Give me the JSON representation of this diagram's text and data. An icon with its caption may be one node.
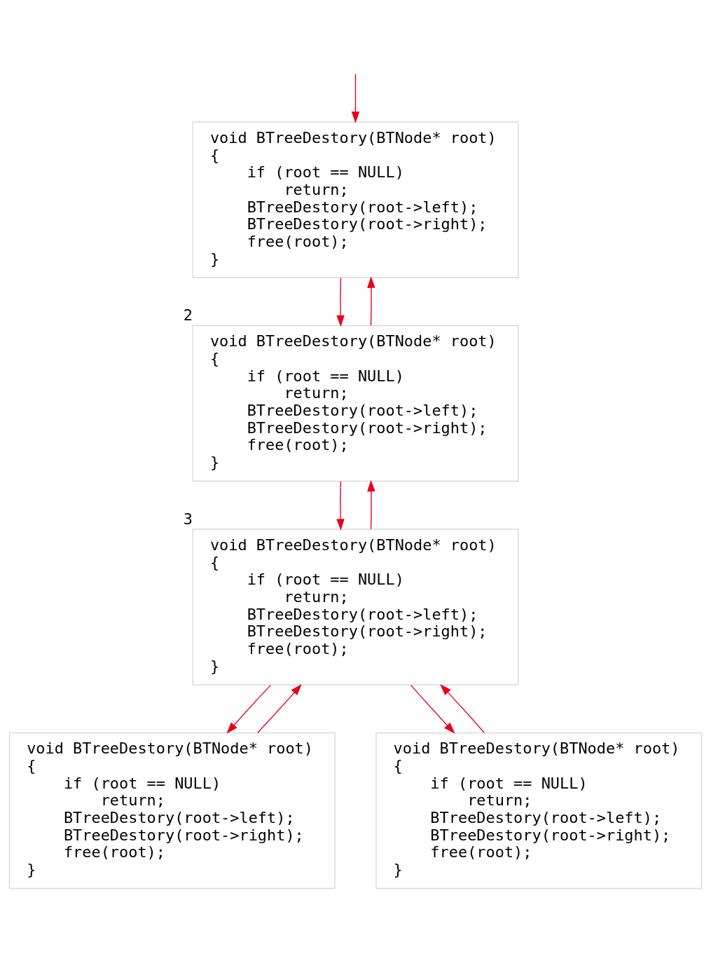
{
  "diagram": {
    "nodes": [
      {
        "text": [
          "void BTreeDestory(BTNode* root)",
          "{",
          "if (root == NULL)",
          "return;",
          "BTreeDestory(root->left);",
          "BTreeDestory(root->right);",
          "free(root);",
          "}"
        ]
      },
      {
        "text": [
          "void BTreeDestory(BTNode* root)",
          "{",
          "if (root == NULL)",
          "return;",
          "BTreeDestory(root->left);",
          "BTreeDestory(root->right);",
          "free(root);",
          "}"
        ],
        "beside": [
          "2"
        ]
      },
      {
        "text": [
          "void BTreeDestory(BTNode* root)",
          "{",
          "if (root == NULL)",
          "return;",
          "BTreeDestory(root->left);",
          "BTreeDestory(root->right);",
          "free(root);",
          "}"
        ],
        "beside": [
          "3"
        ]
      },
      {
        "text": [
          "void BTreeDestory(BTNode* root)",
          "{",
          "if (root == NULL)",
          "return;",
          "BTreeDestory(root->left);",
          "BTreeDestory(root->right);",
          "free(root);",
          "}"
        ]
      },
      {
        "text": [
          "void BTreeDestory(BTNode* root)",
          "{",
          "if (root == NULL)",
          "return;",
          "BTreeDestory(root->left);",
          "BTreeDestory(root->right);",
          "free(root);",
          "}"
        ]
      }
    ],
    "edges": [
      {
        "from": null,
        "to": 0,
        "arrow": "to"
      },
      {
        "from": 0,
        "to": 1,
        "arrow": "to"
      },
      {
        "from": 1,
        "to": 0,
        "arrow": "to"
      },
      {
        "from": 1,
        "to": 2,
        "arrow": "to"
      },
      {
        "from": 2,
        "to": 1,
        "arrow": "to"
      },
      {
        "from": 2,
        "to": 3,
        "arrow": "to"
      },
      {
        "from": 3,
        "to": 2,
        "arrow": "to"
      },
      {
        "from": 2,
        "to": 4,
        "arrow": "to"
      },
      {
        "from": 4,
        "to": 2,
        "arrow": "to"
      }
    ]
  }
}
